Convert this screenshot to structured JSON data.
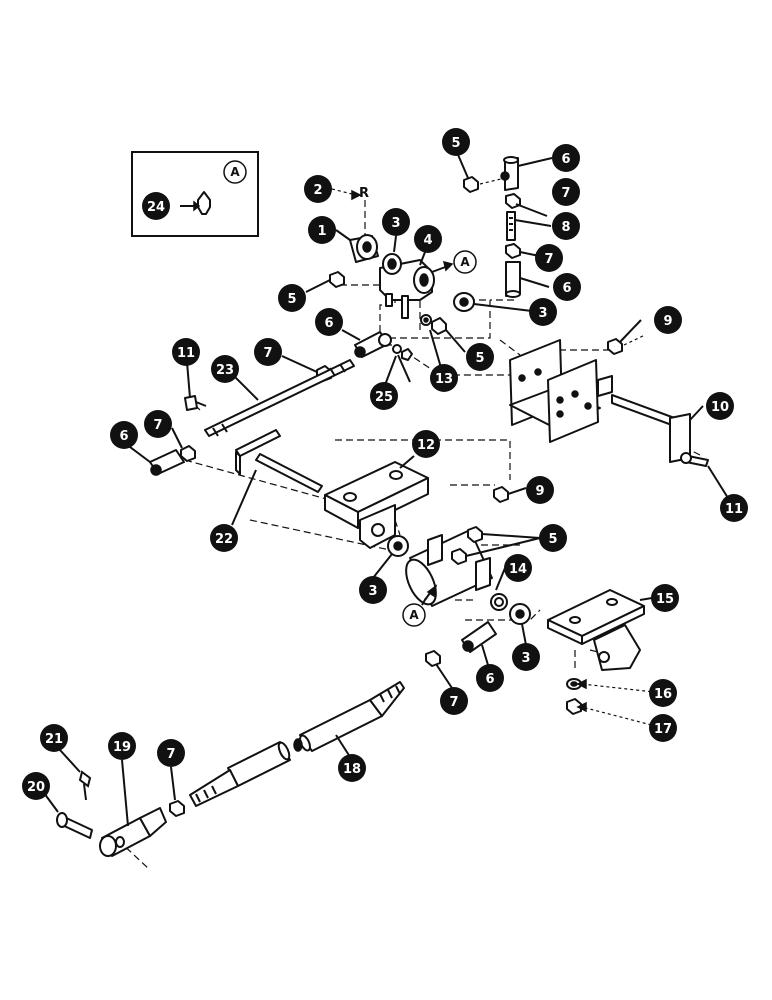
{
  "callouts": [
    {
      "id": "c1",
      "label": "1"
    },
    {
      "id": "c2",
      "label": "2"
    },
    {
      "id": "c3a",
      "label": "3"
    },
    {
      "id": "c3b",
      "label": "3"
    },
    {
      "id": "c3c",
      "label": "3"
    },
    {
      "id": "c3d",
      "label": "3"
    },
    {
      "id": "c4",
      "label": "4"
    },
    {
      "id": "c5a",
      "label": "5"
    },
    {
      "id": "c5b",
      "label": "5"
    },
    {
      "id": "c5c",
      "label": "5"
    },
    {
      "id": "c5d",
      "label": "5"
    },
    {
      "id": "c6a",
      "label": "6"
    },
    {
      "id": "c6b",
      "label": "6"
    },
    {
      "id": "c6c",
      "label": "6"
    },
    {
      "id": "c6d",
      "label": "6"
    },
    {
      "id": "c6e",
      "label": "6"
    },
    {
      "id": "c7a",
      "label": "7"
    },
    {
      "id": "c7b",
      "label": "7"
    },
    {
      "id": "c7c",
      "label": "7"
    },
    {
      "id": "c7d",
      "label": "7"
    },
    {
      "id": "c7e",
      "label": "7"
    },
    {
      "id": "c7f",
      "label": "7"
    },
    {
      "id": "c8",
      "label": "8"
    },
    {
      "id": "c9a",
      "label": "9"
    },
    {
      "id": "c9b",
      "label": "9"
    },
    {
      "id": "c10",
      "label": "10"
    },
    {
      "id": "c11a",
      "label": "11"
    },
    {
      "id": "c11b",
      "label": "11"
    },
    {
      "id": "c12",
      "label": "12"
    },
    {
      "id": "c13",
      "label": "13"
    },
    {
      "id": "c14",
      "label": "14"
    },
    {
      "id": "c15",
      "label": "15"
    },
    {
      "id": "c16",
      "label": "16"
    },
    {
      "id": "c17",
      "label": "17"
    },
    {
      "id": "c18",
      "label": "18"
    },
    {
      "id": "c19",
      "label": "19"
    },
    {
      "id": "c20",
      "label": "20"
    },
    {
      "id": "c21",
      "label": "21"
    },
    {
      "id": "c22",
      "label": "22"
    },
    {
      "id": "c23",
      "label": "23"
    },
    {
      "id": "c24",
      "label": "24"
    },
    {
      "id": "c25",
      "label": "25"
    }
  ],
  "inset": {
    "letter": "A"
  },
  "annotations": {
    "a_top": "A",
    "a_bottom": "A",
    "r_mark": "R"
  }
}
